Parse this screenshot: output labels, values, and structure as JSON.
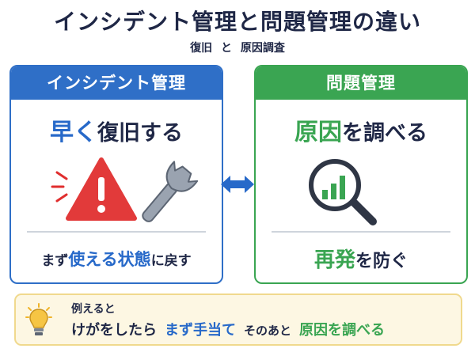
{
  "header": {
    "title": "インシデント管理と問題管理の違い",
    "subtitle": "復旧 と 原因調査"
  },
  "left_card": {
    "heading": "インシデント管理",
    "main_highlight": "早く",
    "main_rest": "復旧する",
    "foot_pre": "まず",
    "foot_highlight": "使える状態",
    "foot_post": "に戻す",
    "accent": "#2f6fc7",
    "icons": [
      "warning-triangle-icon",
      "wrench-icon"
    ]
  },
  "right_card": {
    "heading": "問題管理",
    "main_highlight": "原因",
    "main_rest": "を調べる",
    "foot_highlight": "再発",
    "foot_rest": "を防ぐ",
    "accent": "#3aa552",
    "icons": [
      "magnifier-chart-icon"
    ]
  },
  "example": {
    "label": "例えると",
    "part1": "けがをしたら",
    "part2": "まず手当て",
    "part3": "そのあと",
    "part4": "原因を調べる",
    "icon": "lightbulb-icon"
  }
}
